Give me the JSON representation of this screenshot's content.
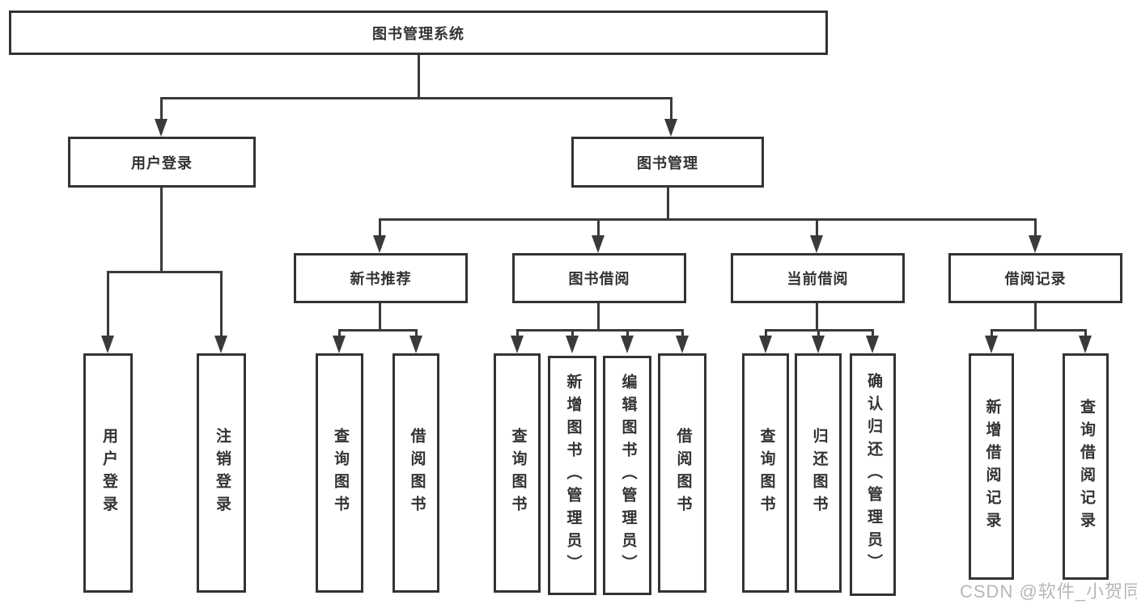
{
  "nodes": {
    "root": "图书管理系统",
    "user_login": "用户登录",
    "book_mgmt": "图书管理",
    "login_leaf": "用户登录",
    "logout_leaf": "注销登录",
    "new_book_rec": "新书推荐",
    "book_borrow": "图书借阅",
    "current_borrow": "当前借阅",
    "borrow_records": "借阅记录",
    "query_books_a": "查询图书",
    "borrow_books_a": "借阅图书",
    "query_books_b": "查询图书",
    "add_books_admin": "新增图书（管理员）",
    "edit_books_admin": "编辑图书（管理员）",
    "borrow_books_b": "借阅图书",
    "query_books_c": "查询图书",
    "return_books": "归还图书",
    "confirm_return_admin": "确认归还（管理员）",
    "add_borrow_record": "新增借阅记录",
    "query_borrow_record": "查询借阅记录"
  },
  "watermark": "CSDN @软件_小贺同学",
  "colors": {
    "line": "#3a3a3a",
    "border": "#333333",
    "text": "#333333",
    "watermark": "#b4b7ba",
    "background": "#ffffff"
  }
}
